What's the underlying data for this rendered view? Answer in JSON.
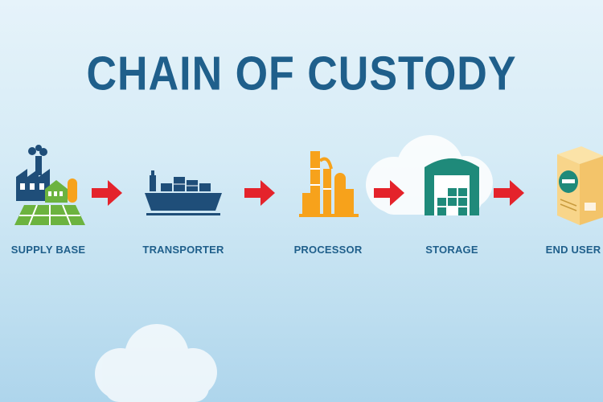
{
  "title": "CHAIN OF CUSTODY",
  "steps": [
    {
      "label": "SUPPLY BASE",
      "icon": "factory-farm-icon"
    },
    {
      "label": "TRANSPORTER",
      "icon": "cargo-ship-icon"
    },
    {
      "label": "PROCESSOR",
      "icon": "processing-plant-icon"
    },
    {
      "label": "STORAGE",
      "icon": "warehouse-icon"
    },
    {
      "label": "END USER",
      "icon": "product-box-icon"
    }
  ],
  "colors": {
    "title": "#1f5f8b",
    "arrow": "#e4232b",
    "supply_navy": "#1f4e79",
    "supply_green": "#6cb33f",
    "processor_orange": "#f7a21b",
    "storage_teal": "#1f8a7a",
    "box_yellow": "#f8d58a"
  }
}
